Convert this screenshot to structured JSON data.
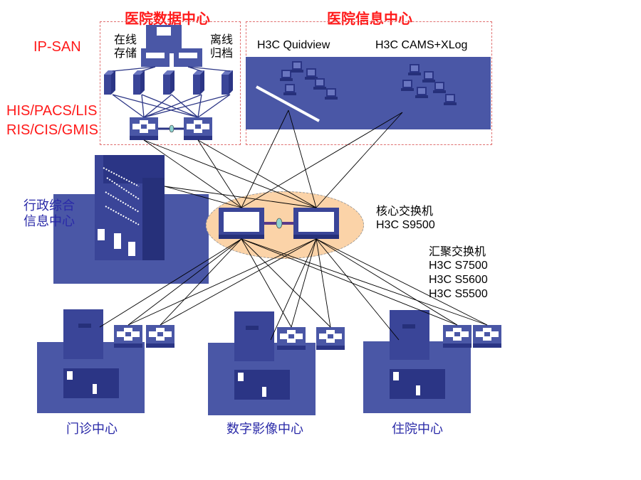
{
  "data_center": {
    "title": "医院数据中心",
    "online_label": "在线\n存储",
    "offline_label": "离线\n归档"
  },
  "info_center": {
    "title": "医院信息中心",
    "quidview_label": "H3C Quidview",
    "cams_label": "H3C CAMS+XLog"
  },
  "ipsan_label": "IP-SAN",
  "his_label": "HIS/PACS/LIS\nRIS/CIS/GMIS",
  "admin_center_label": "行政综合\n信息中心",
  "core_switch": {
    "label": "核心交换机",
    "model": "H3C S9500"
  },
  "agg_switch": {
    "label": "汇聚交换机",
    "models": [
      "H3C S7500",
      "H3C S5600",
      "H3C S5500"
    ]
  },
  "branches": [
    "门诊中心",
    "数字影像中心",
    "住院中心"
  ],
  "colors": {
    "block": "#4a57a6",
    "dark": "#2b3585",
    "ellipse": "#fbd3a8",
    "red": "#ff1a1a",
    "dashed": "#e07070"
  }
}
